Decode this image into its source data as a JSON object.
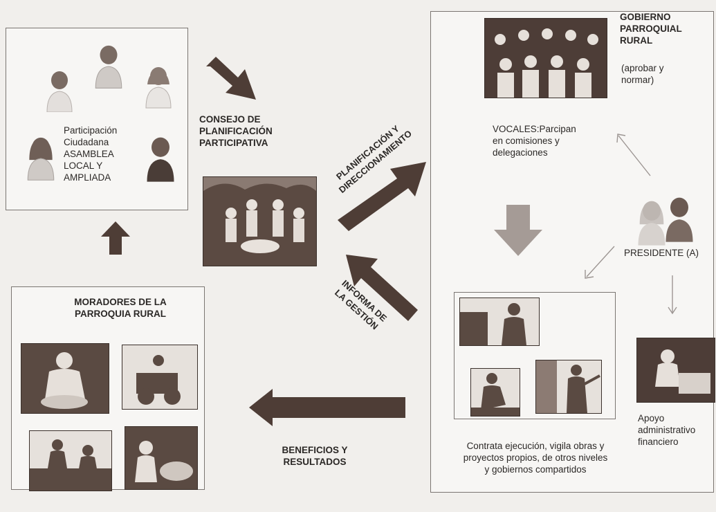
{
  "citizen_box": {
    "label": "Participación\nCiudadana\nASAMBLEA\nLOCAL Y\nAMPLIADA"
  },
  "consejo": {
    "title": "CONSEJO DE\nPLANIFICACIÓN\nPARTICIPATIVA"
  },
  "gobierno": {
    "title": "GOBIERNO\nPARROQUIAL\nRURAL",
    "subtitle": "(aprobar y\nnormar)",
    "vocales": "VOCALES:Parcipan\nen comisiones y\ndelegaciones",
    "presidente": "PRESIDENTE (A)",
    "contrata": "Contrata ejecución, vigila obras y\nproyectos propios, de otros niveles\ny gobiernos compartidos",
    "apoyo": "Apoyo\nadministrativo\nfinanciero"
  },
  "moradores": {
    "title": "MORADORES DE LA\nPARROQUIA RURAL"
  },
  "arrows": {
    "planificacion": "PLANIFICACIÓN Y\nDIRECCIONAMIENTO",
    "informa": "INFORMA DE\nLA GESTIÓN",
    "beneficios": "BENEFICIOS Y\nRESULTADOS"
  },
  "colors": {
    "arrow_dark": "#4e3d36",
    "arrow_light": "#a59b96",
    "picture": "#5a4a42"
  },
  "icons": [
    "person-icon",
    "arrow-icon",
    "photo-icon"
  ]
}
